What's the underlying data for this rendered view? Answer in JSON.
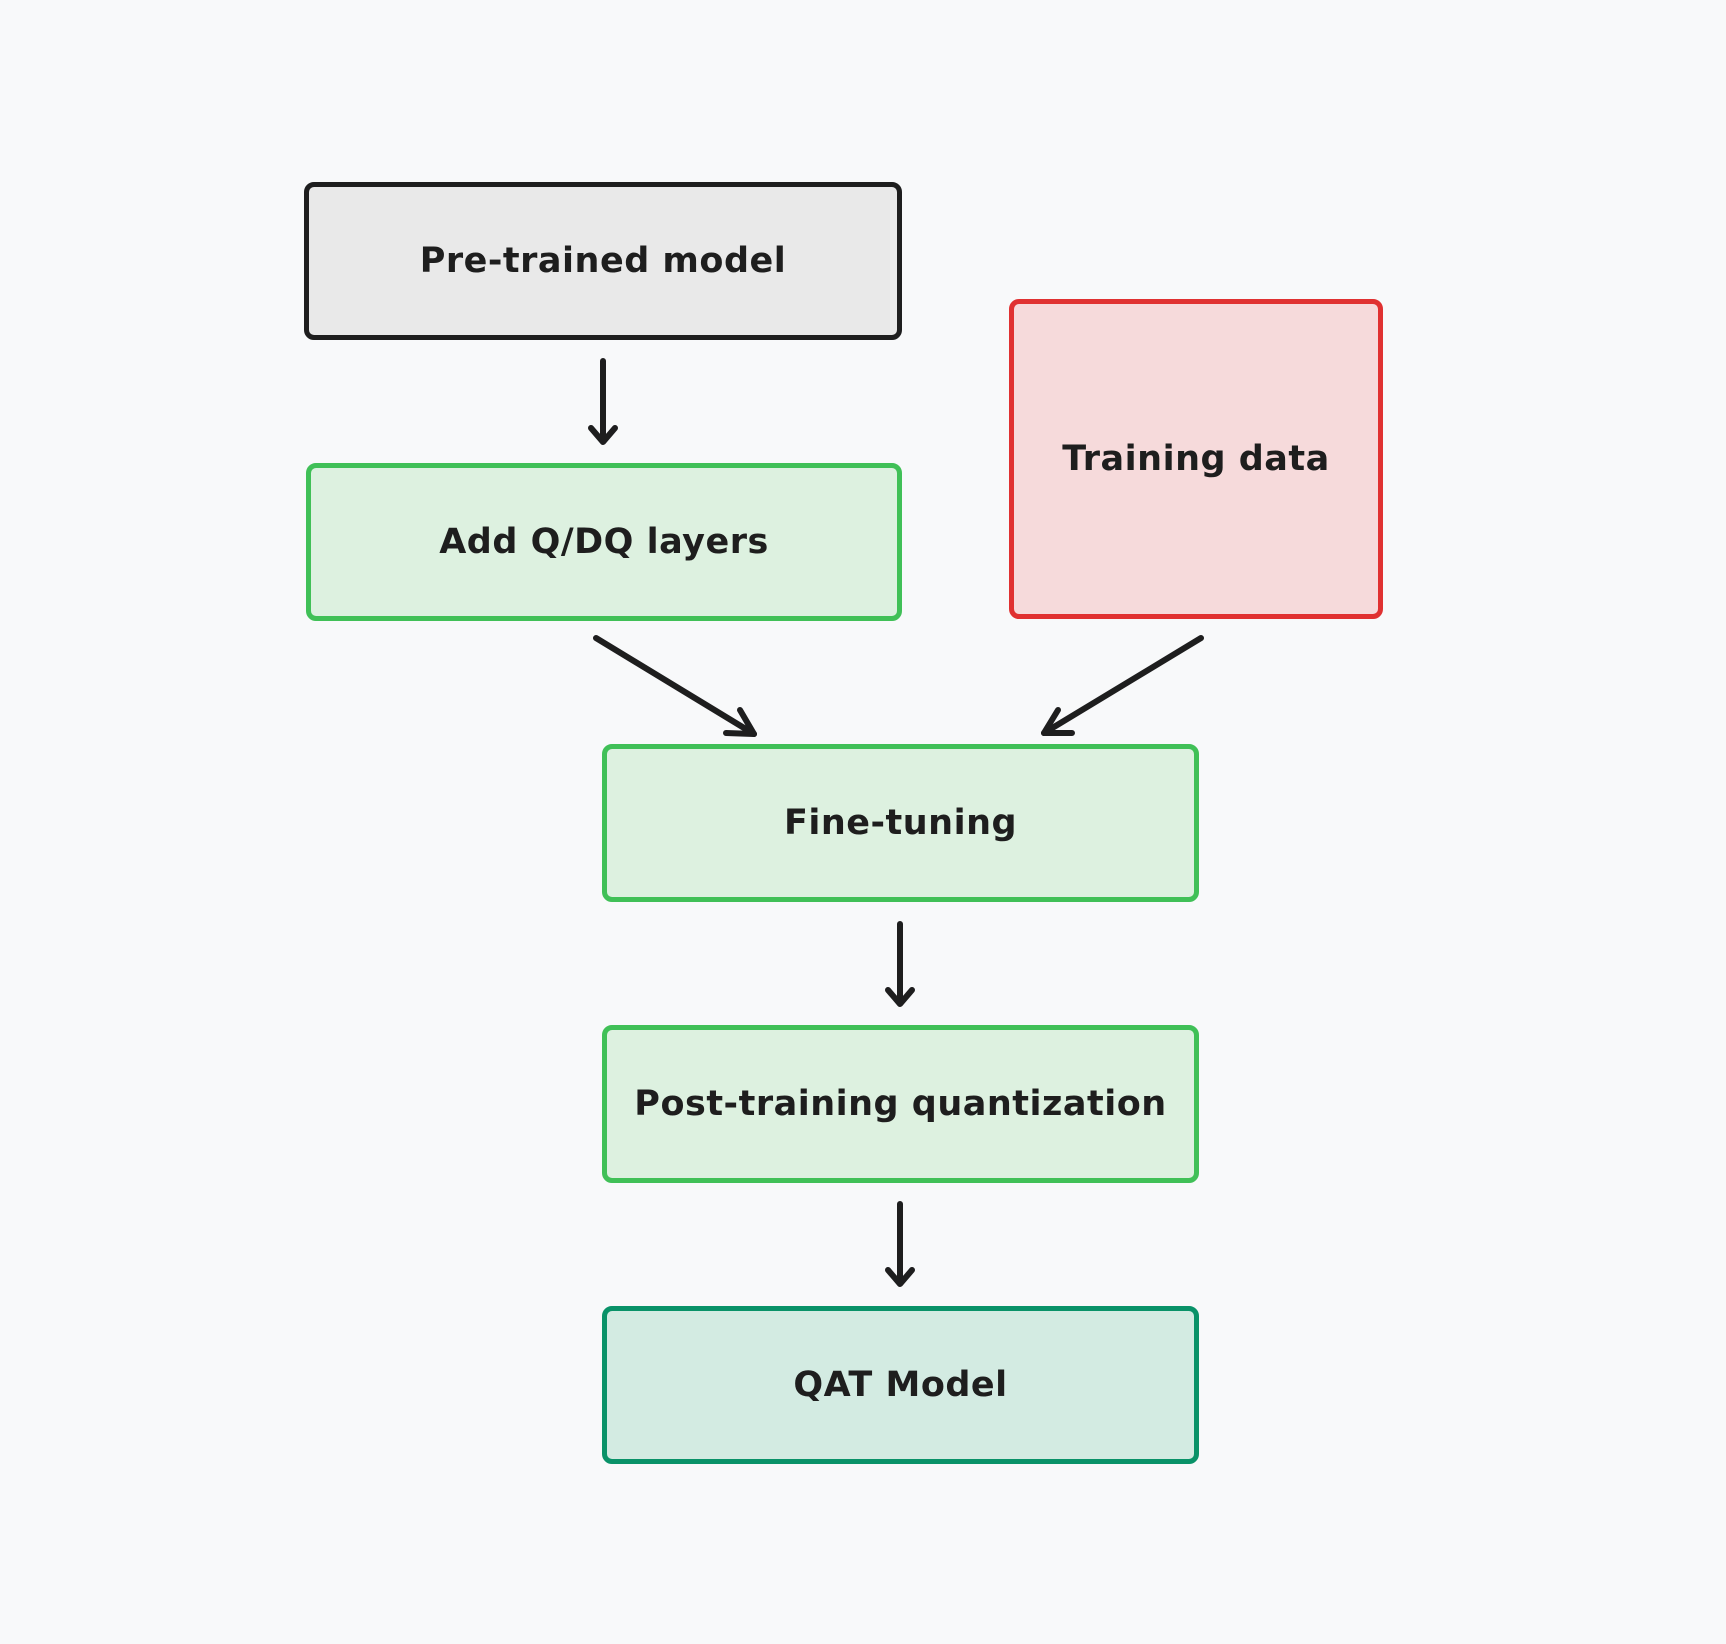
{
  "diagram": {
    "nodes": [
      {
        "id": "n-pretrained",
        "label": "Pre-trained model",
        "stroke": "#1e1e1e",
        "fill": "#e9e9e9"
      },
      {
        "id": "n-qdq",
        "label": "Add Q/DQ layers",
        "stroke": "#40c057",
        "fill": "#ddf1e0"
      },
      {
        "id": "n-training",
        "label": "Training data",
        "stroke": "#e03131",
        "fill": "#f6dadb"
      },
      {
        "id": "n-finetune",
        "label": "Fine-tuning",
        "stroke": "#40c057",
        "fill": "#ddf1e0"
      },
      {
        "id": "n-ptq",
        "label": "Post-training quantization",
        "stroke": "#40c057",
        "fill": "#ddf1e0"
      },
      {
        "id": "n-qat",
        "label": "QAT Model",
        "stroke": "#099268",
        "fill": "#d3ebe2"
      }
    ],
    "edges": [
      {
        "from": "Pre-trained model",
        "to": "Add Q/DQ layers"
      },
      {
        "from": "Add Q/DQ layers",
        "to": "Fine-tuning"
      },
      {
        "from": "Training data",
        "to": "Fine-tuning"
      },
      {
        "from": "Fine-tuning",
        "to": "Post-training quantization"
      },
      {
        "from": "Post-training quantization",
        "to": "QAT Model"
      }
    ]
  }
}
